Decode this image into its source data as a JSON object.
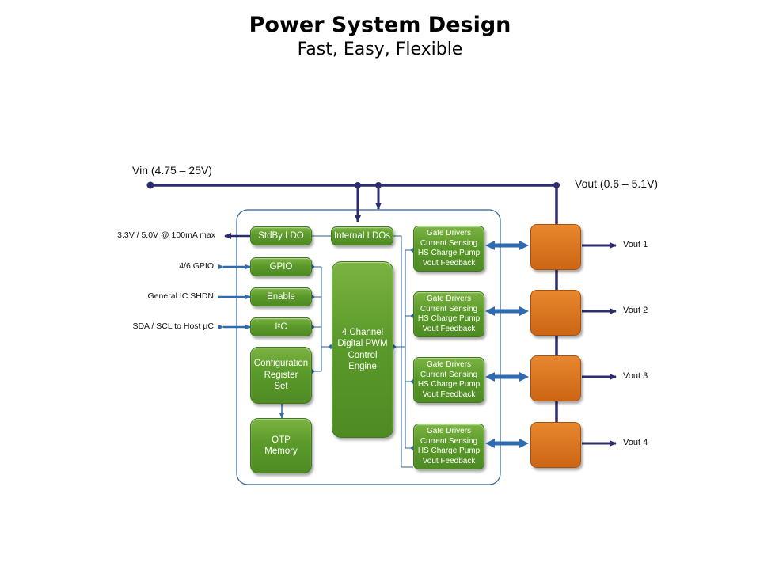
{
  "header": {
    "title": "Power System Design",
    "subtitle": "Fast, Easy, Flexible"
  },
  "rails": {
    "vin_label": "Vin (4.75 – 25V)",
    "vout_label": "Vout (0.6 – 5.1V)"
  },
  "external_signals": [
    {
      "label": "3.3V / 5.0V @ 100mA max",
      "direction": "out"
    },
    {
      "label": "4/6 GPIO",
      "direction": "bidirectional"
    },
    {
      "label": "General IC SHDN",
      "direction": "in"
    },
    {
      "label": "SDA / SCL to Host µC",
      "direction": "bidirectional"
    }
  ],
  "blocks": {
    "stdby_ldo": "StdBy LDO",
    "internal_ldos": "Internal LDOs",
    "gpio": "GPIO",
    "enable": "Enable",
    "i2c": "I²C",
    "config_register": [
      "Configuration",
      "Register",
      "Set"
    ],
    "otp_memory": [
      "OTP",
      "Memory"
    ],
    "pwm_engine": [
      "4 Channel",
      "Digital PWM",
      "Control",
      "Engine"
    ]
  },
  "channels": [
    {
      "driver_lines": [
        "Gate Drivers",
        "Current Sensing",
        "HS Charge Pump",
        "Vout Feedback"
      ],
      "output_label": "Vout 1"
    },
    {
      "driver_lines": [
        "Gate Drivers",
        "Current Sensing",
        "HS Charge Pump",
        "Vout Feedback"
      ],
      "output_label": "Vout 2"
    },
    {
      "driver_lines": [
        "Gate Drivers",
        "Current Sensing",
        "HS Charge Pump",
        "Vout Feedback"
      ],
      "output_label": "Vout 3"
    },
    {
      "driver_lines": [
        "Gate Drivers",
        "Current Sensing",
        "HS Charge Pump",
        "Vout Feedback"
      ],
      "output_label": "Vout 4"
    }
  ],
  "colors": {
    "rail": "#2b2d6e",
    "bus": "#2e6bb0",
    "block_green": "#5a9a2a",
    "power_stage_orange": "#d96f1c",
    "chip_outline": "#2e5f8f"
  }
}
